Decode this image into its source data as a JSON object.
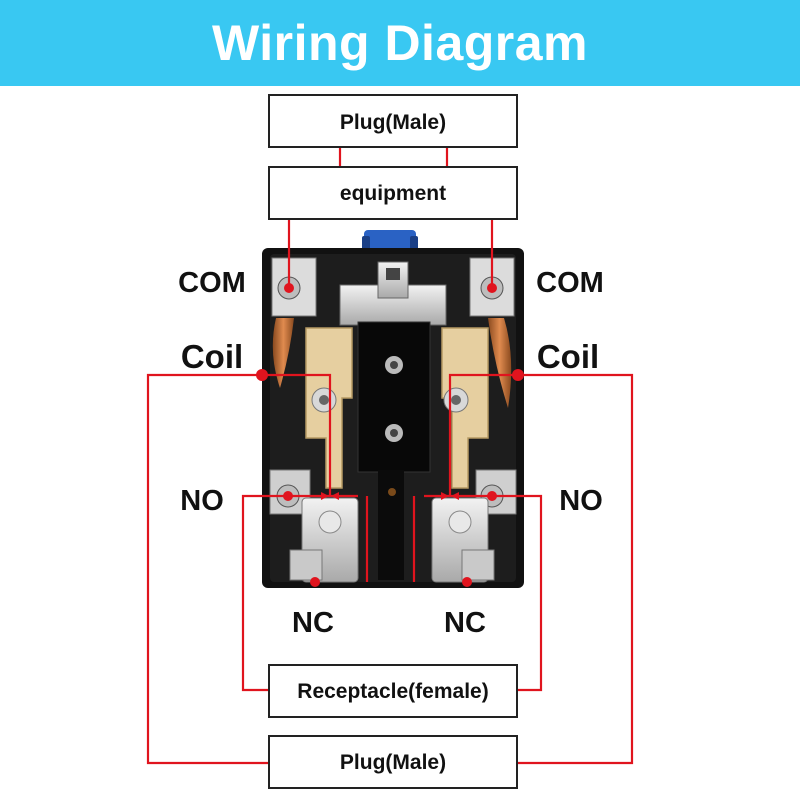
{
  "header": {
    "title": "Wiring Diagram",
    "background": "#39c8f2"
  },
  "boxes": {
    "plug_top": "Plug(Male)",
    "equipment": "equipment",
    "receptacle": "Receptacle(female)",
    "plug_bottom": "Plug(Male)"
  },
  "terminals": {
    "com_left": "COM",
    "com_right": "COM",
    "coil_left": "Coil",
    "coil_right": "Coil",
    "no_left": "NO",
    "no_right": "NO",
    "nc_left": "NC",
    "nc_right": "NC"
  },
  "colors": {
    "wire": "#e0141e",
    "relay_body": "#111111",
    "copper": "#c8713a",
    "brass": "#e6cfa0",
    "contact": "#cfcfcf",
    "actuator": "#2a62c4"
  }
}
